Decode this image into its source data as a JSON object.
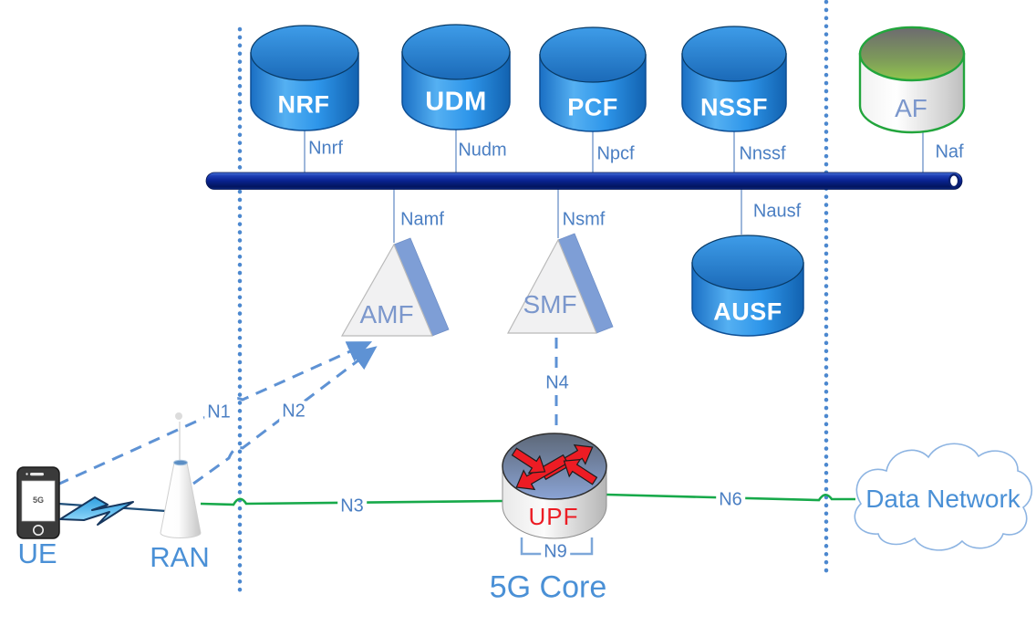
{
  "title": "5G Core",
  "nodes": {
    "nrf": {
      "label": "NRF"
    },
    "udm": {
      "label": "UDM"
    },
    "pcf": {
      "label": "PCF"
    },
    "nssf": {
      "label": "NSSF"
    },
    "af": {
      "label": "AF"
    },
    "ausf": {
      "label": "AUSF"
    },
    "amf": {
      "label": "AMF"
    },
    "smf": {
      "label": "SMF"
    },
    "upf": {
      "label": "UPF"
    },
    "ue": {
      "label": "UE",
      "screen_text": "5G"
    },
    "ran": {
      "label": "RAN"
    },
    "data_network": {
      "label": "Data Network"
    }
  },
  "interfaces": {
    "nnrf": "Nnrf",
    "nudm": "Nudm",
    "npcf": "Npcf",
    "nnssf": "Nnssf",
    "naf": "Naf",
    "namf": "Namf",
    "nsmf": "Nsmf",
    "nausf": "Nausf",
    "n1": "N1",
    "n2": "N2",
    "n3": "N3",
    "n4": "N4",
    "n6": "N6",
    "n9": "N9"
  },
  "colors": {
    "nf_blue": "#2e96ea",
    "af_border_green": "#22a53c",
    "bus_navy": "#0a2390",
    "link_green": "#17a94a",
    "dashed_blue": "#5e92d4",
    "boundary_blue": "#4c88cf",
    "interface_label_blue": "#4b7fc3",
    "node_label_blue": "#4a90d6",
    "upf_red": "#ec1c24"
  }
}
